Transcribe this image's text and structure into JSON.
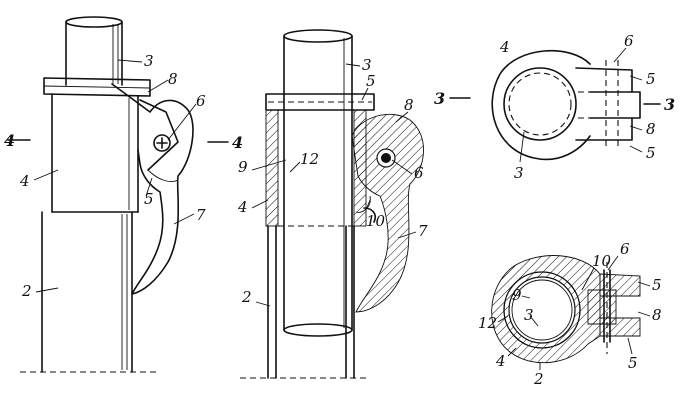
{
  "figure": {
    "labels": {
      "f1_3": "3",
      "f1_8": "8",
      "f1_6": "6",
      "f1_4left": "4",
      "f1_4right": "4",
      "f1_4body": "4",
      "f1_5": "5",
      "f1_7": "7",
      "f1_2": "2",
      "f2_3": "3",
      "f2_5": "5",
      "f2_8": "8",
      "f2_9": "9",
      "f2_12": "12",
      "f2_6": "6",
      "f2_4": "4",
      "f2_10": "10",
      "f2_7": "7",
      "f2_2": "2",
      "f3_4": "4",
      "f3_6": "6",
      "f3_5top": "5",
      "f3_3left": "3",
      "f3_3right": "3",
      "f3_8": "8",
      "f3_5bottom": "5",
      "f3_3bottom": "3",
      "f4_10": "10",
      "f4_6": "6",
      "f4_5top": "5",
      "f4_9": "9",
      "f4_8": "8",
      "f4_12": "12",
      "f4_3": "3",
      "f4_4": "4",
      "f4_2": "2",
      "f4_5bottom": "5"
    }
  }
}
